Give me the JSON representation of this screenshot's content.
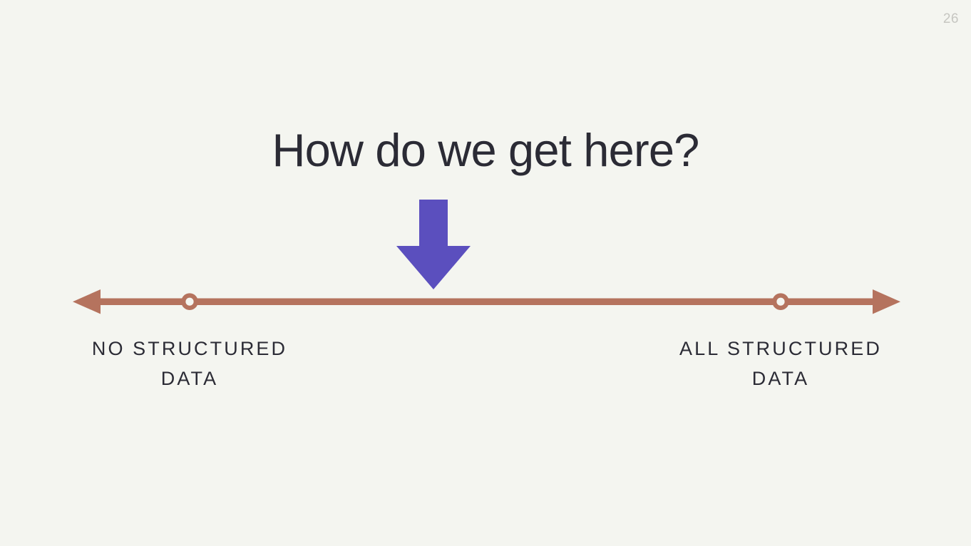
{
  "slide": {
    "page_number": "26",
    "background_color": "#f4f5f0",
    "title": "How do we get here?",
    "title_color": "#2b2b35"
  },
  "arrow": {
    "name": "down-arrow",
    "color": "#5b4fbe",
    "direction": "down"
  },
  "spectrum": {
    "name": "bidirectional-spectrum-axis",
    "color": "#b5735e",
    "left_arrowhead": "left-arrowhead",
    "right_arrowhead": "right-arrowhead",
    "markers": [
      {
        "name": "marker-no-structured-data",
        "position_pct": 14.6
      },
      {
        "name": "marker-all-structured-data",
        "position_pct": 85.1
      }
    ],
    "labels": {
      "left": {
        "line1": "NO STRUCTURED",
        "line2": "DATA"
      },
      "right": {
        "line1": "ALL STRUCTURED",
        "line2": "DATA"
      }
    }
  }
}
